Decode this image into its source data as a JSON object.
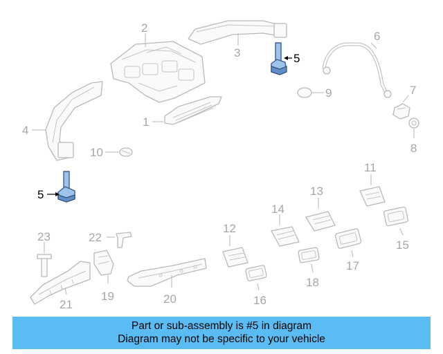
{
  "callouts": {
    "c1": "1",
    "c2": "2",
    "c3": "3",
    "c4": "4",
    "c5a": "5",
    "c5b": "5",
    "c6": "6",
    "c7": "7",
    "c8": "8",
    "c9": "9",
    "c10": "10",
    "c11": "11",
    "c12": "12",
    "c13": "13",
    "c14": "14",
    "c15": "15",
    "c16": "16",
    "c17": "17",
    "c18": "18",
    "c19": "19",
    "c20": "20",
    "c21": "21",
    "c22": "22",
    "c23": "23"
  },
  "highlighted_part": "5",
  "colors": {
    "highlight_fill": "#9ec3ea",
    "banner_bg": "#5bbcf3",
    "line_art": "#b9b9b9"
  },
  "banner": {
    "line1": "Part or sub-assembly is #5 in diagram",
    "line2": "Diagram may not be specific to your vehicle"
  }
}
